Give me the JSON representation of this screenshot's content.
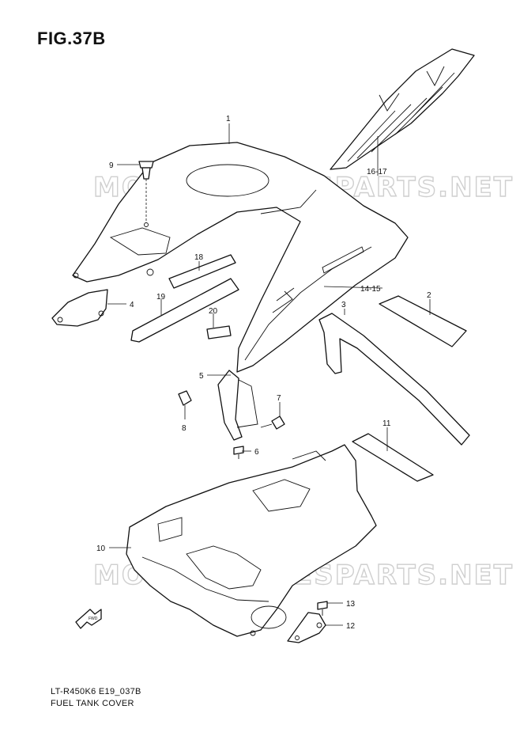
{
  "figure": {
    "title": "FIG.37B",
    "model_code": "LT-R450K6 E19_037B",
    "caption": "FUEL TANK COVER"
  },
  "watermark": {
    "text": "MOTORCYCLESPARTS.NET",
    "color": "#cfcfcf"
  },
  "fwd_arrow": {
    "label": "FWD"
  },
  "callouts": [
    {
      "id": "1",
      "label": "1"
    },
    {
      "id": "2",
      "label": "2"
    },
    {
      "id": "3",
      "label": "3"
    },
    {
      "id": "4",
      "label": "4"
    },
    {
      "id": "5",
      "label": "5"
    },
    {
      "id": "6",
      "label": "6"
    },
    {
      "id": "7",
      "label": "7"
    },
    {
      "id": "8",
      "label": "8"
    },
    {
      "id": "9",
      "label": "9"
    },
    {
      "id": "10",
      "label": "10"
    },
    {
      "id": "11",
      "label": "11"
    },
    {
      "id": "12",
      "label": "12"
    },
    {
      "id": "13",
      "label": "13"
    },
    {
      "id": "14-15",
      "label": "14-15"
    },
    {
      "id": "16-17",
      "label": "16-17"
    },
    {
      "id": "18",
      "label": "18"
    },
    {
      "id": "19",
      "label": "19"
    },
    {
      "id": "20",
      "label": "20"
    }
  ]
}
